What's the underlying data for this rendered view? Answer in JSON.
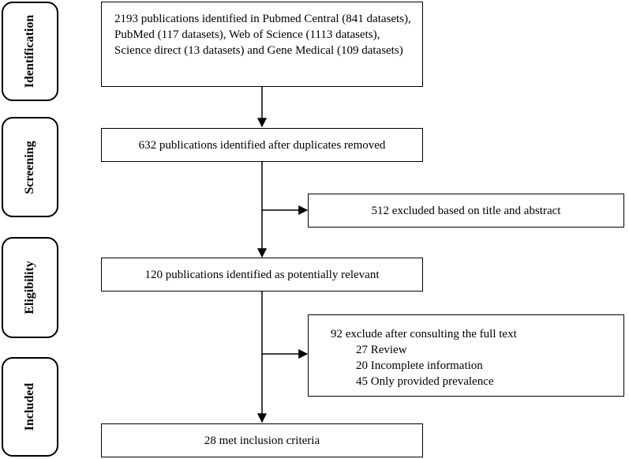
{
  "phases": {
    "identification": "Identification",
    "screening": "Screening",
    "eligibility": "Eligibility",
    "included": "Included"
  },
  "boxes": {
    "identified": "2193 publications identified in Pubmed Central (841 datasets), PubMed (117 datasets), Web of Science (1113 datasets), Science direct (13 datasets) and Gene Medical (109 datasets)",
    "after_duplicates": "632 publications identified after duplicates removed",
    "excluded_title": "512 excluded based on title and abstract",
    "potentially_relevant": "120 publications identified as potentially relevant",
    "excluded_fulltext": {
      "title": "92 exclude after consulting the full text",
      "items": [
        "27 Review",
        "20 Incomplete information",
        "45 Only provided prevalence"
      ]
    },
    "included": "28 met inclusion criteria"
  }
}
